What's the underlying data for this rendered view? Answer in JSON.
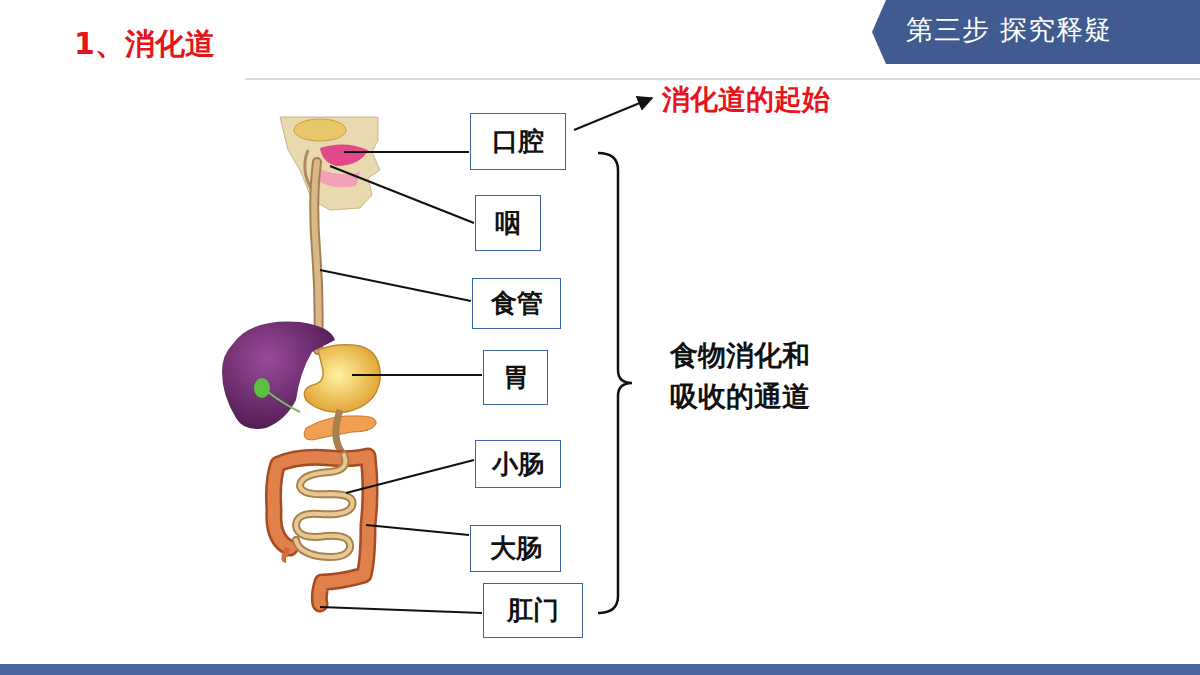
{
  "diagram": {
    "title": "1、消化道",
    "nodes": [
      {
        "text": [
          "第三步 探究释疑"
        ]
      },
      {
        "text": [
          "口腔"
        ]
      },
      {
        "text": [
          "咽"
        ]
      },
      {
        "text": [
          "食管"
        ]
      },
      {
        "text": [
          "胃"
        ]
      },
      {
        "text": [
          "小肠"
        ]
      },
      {
        "text": [
          "大肠"
        ]
      },
      {
        "text": [
          "肛门"
        ]
      }
    ],
    "labels": [
      "消化道的起始",
      "食物消化和吸收的通道"
    ]
  }
}
